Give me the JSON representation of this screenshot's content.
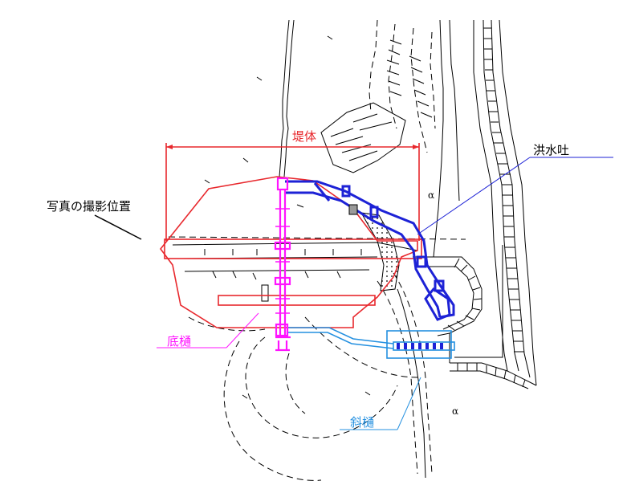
{
  "labels": {
    "embankment": "堤体",
    "spillway": "洪水吐",
    "photo_position": "写真の撮影位置",
    "bottom_conduit": "底樋",
    "inclined_conduit": "斜樋",
    "terrain_mark_1": "α",
    "terrain_mark_2": "α"
  },
  "colors": {
    "embankment": "#e8282d",
    "spillway": "#1d22d6",
    "bottom_conduit": "#ff14ff",
    "inclined_conduit": "#2490e0",
    "callout_line": "#1d22d6",
    "linework": "#000000"
  }
}
